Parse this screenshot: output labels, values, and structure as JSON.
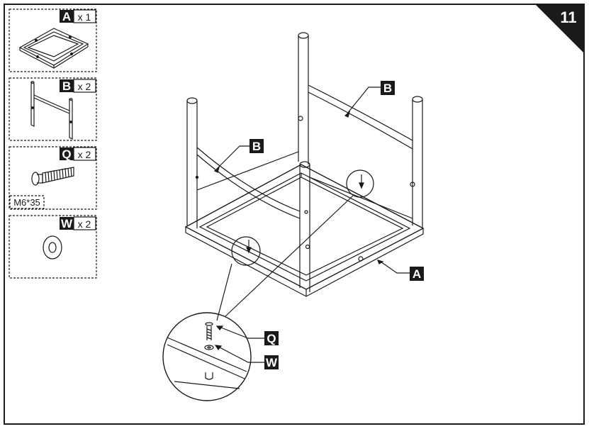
{
  "step": {
    "number": "11"
  },
  "parts_list": [
    {
      "letter": "A",
      "qty": "x 1"
    },
    {
      "letter": "B",
      "qty": "x 2"
    },
    {
      "letter": "Q",
      "qty": "x 2",
      "spec": "M6*35"
    },
    {
      "letter": "W",
      "qty": "x 2"
    }
  ],
  "callouts": {
    "a": "A",
    "b1": "B",
    "b2": "B",
    "q": "Q",
    "w": "W"
  },
  "colors": {
    "ink": "#1a1a1a",
    "label_bg": "#1a1a1a",
    "label_text": "#ffffff",
    "paper": "#ffffff"
  }
}
